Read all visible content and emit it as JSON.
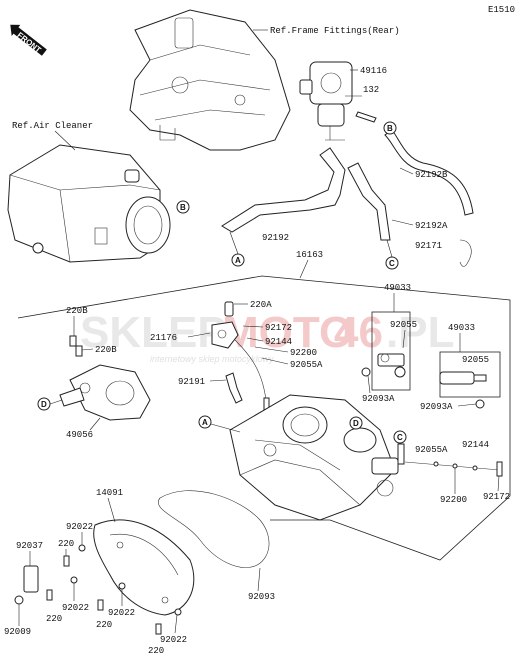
{
  "diagram_code": "E1510",
  "front_stamp": "FRONT",
  "watermark": {
    "brand_left": "SKLEP",
    "brand_mid": "MOTO",
    "brand_num": "46",
    "brand_tld": ".PL",
    "subtitle": "internetowy sklep motocyklowy"
  },
  "refs": {
    "frame_fittings": "Ref.Frame Fittings(Rear)",
    "air_cleaner": "Ref.Air Cleaner"
  },
  "labels": {
    "p49116": "49116",
    "p132": "132",
    "p92192B": "92192B",
    "p92192": "92192",
    "p92192A": "92192A",
    "p92171": "92171",
    "p16163": "16163",
    "p49033a": "49033",
    "p49033b": "49033",
    "p220B_top": "220B",
    "p220A": "220A",
    "p21176": "21176",
    "p92172_top": "92172",
    "p92144_top": "92144",
    "p92200_top": "92200",
    "p92055A_top": "92055A",
    "p92055a": "92055",
    "p92055b": "92055",
    "p220B_mid": "220B",
    "p92191": "92191",
    "p92093A_a": "92093A",
    "p92093A_b": "92093A",
    "p49056": "49056",
    "p92055A_bot": "92055A",
    "p92144_bot": "92144",
    "p92200_bot": "92200",
    "p92172_bot": "92172",
    "p14091": "14091",
    "p92022_a": "92022",
    "p220_a": "220",
    "p92037": "92037",
    "p92022_b": "92022",
    "p92022_c": "92022",
    "p220_b": "220",
    "p220_c": "220",
    "p92093": "92093",
    "p92009": "92009",
    "p92022_d": "92022",
    "p220_d": "220"
  },
  "connectors": {
    "A": "A",
    "B": "B",
    "C": "C",
    "D": "D"
  }
}
